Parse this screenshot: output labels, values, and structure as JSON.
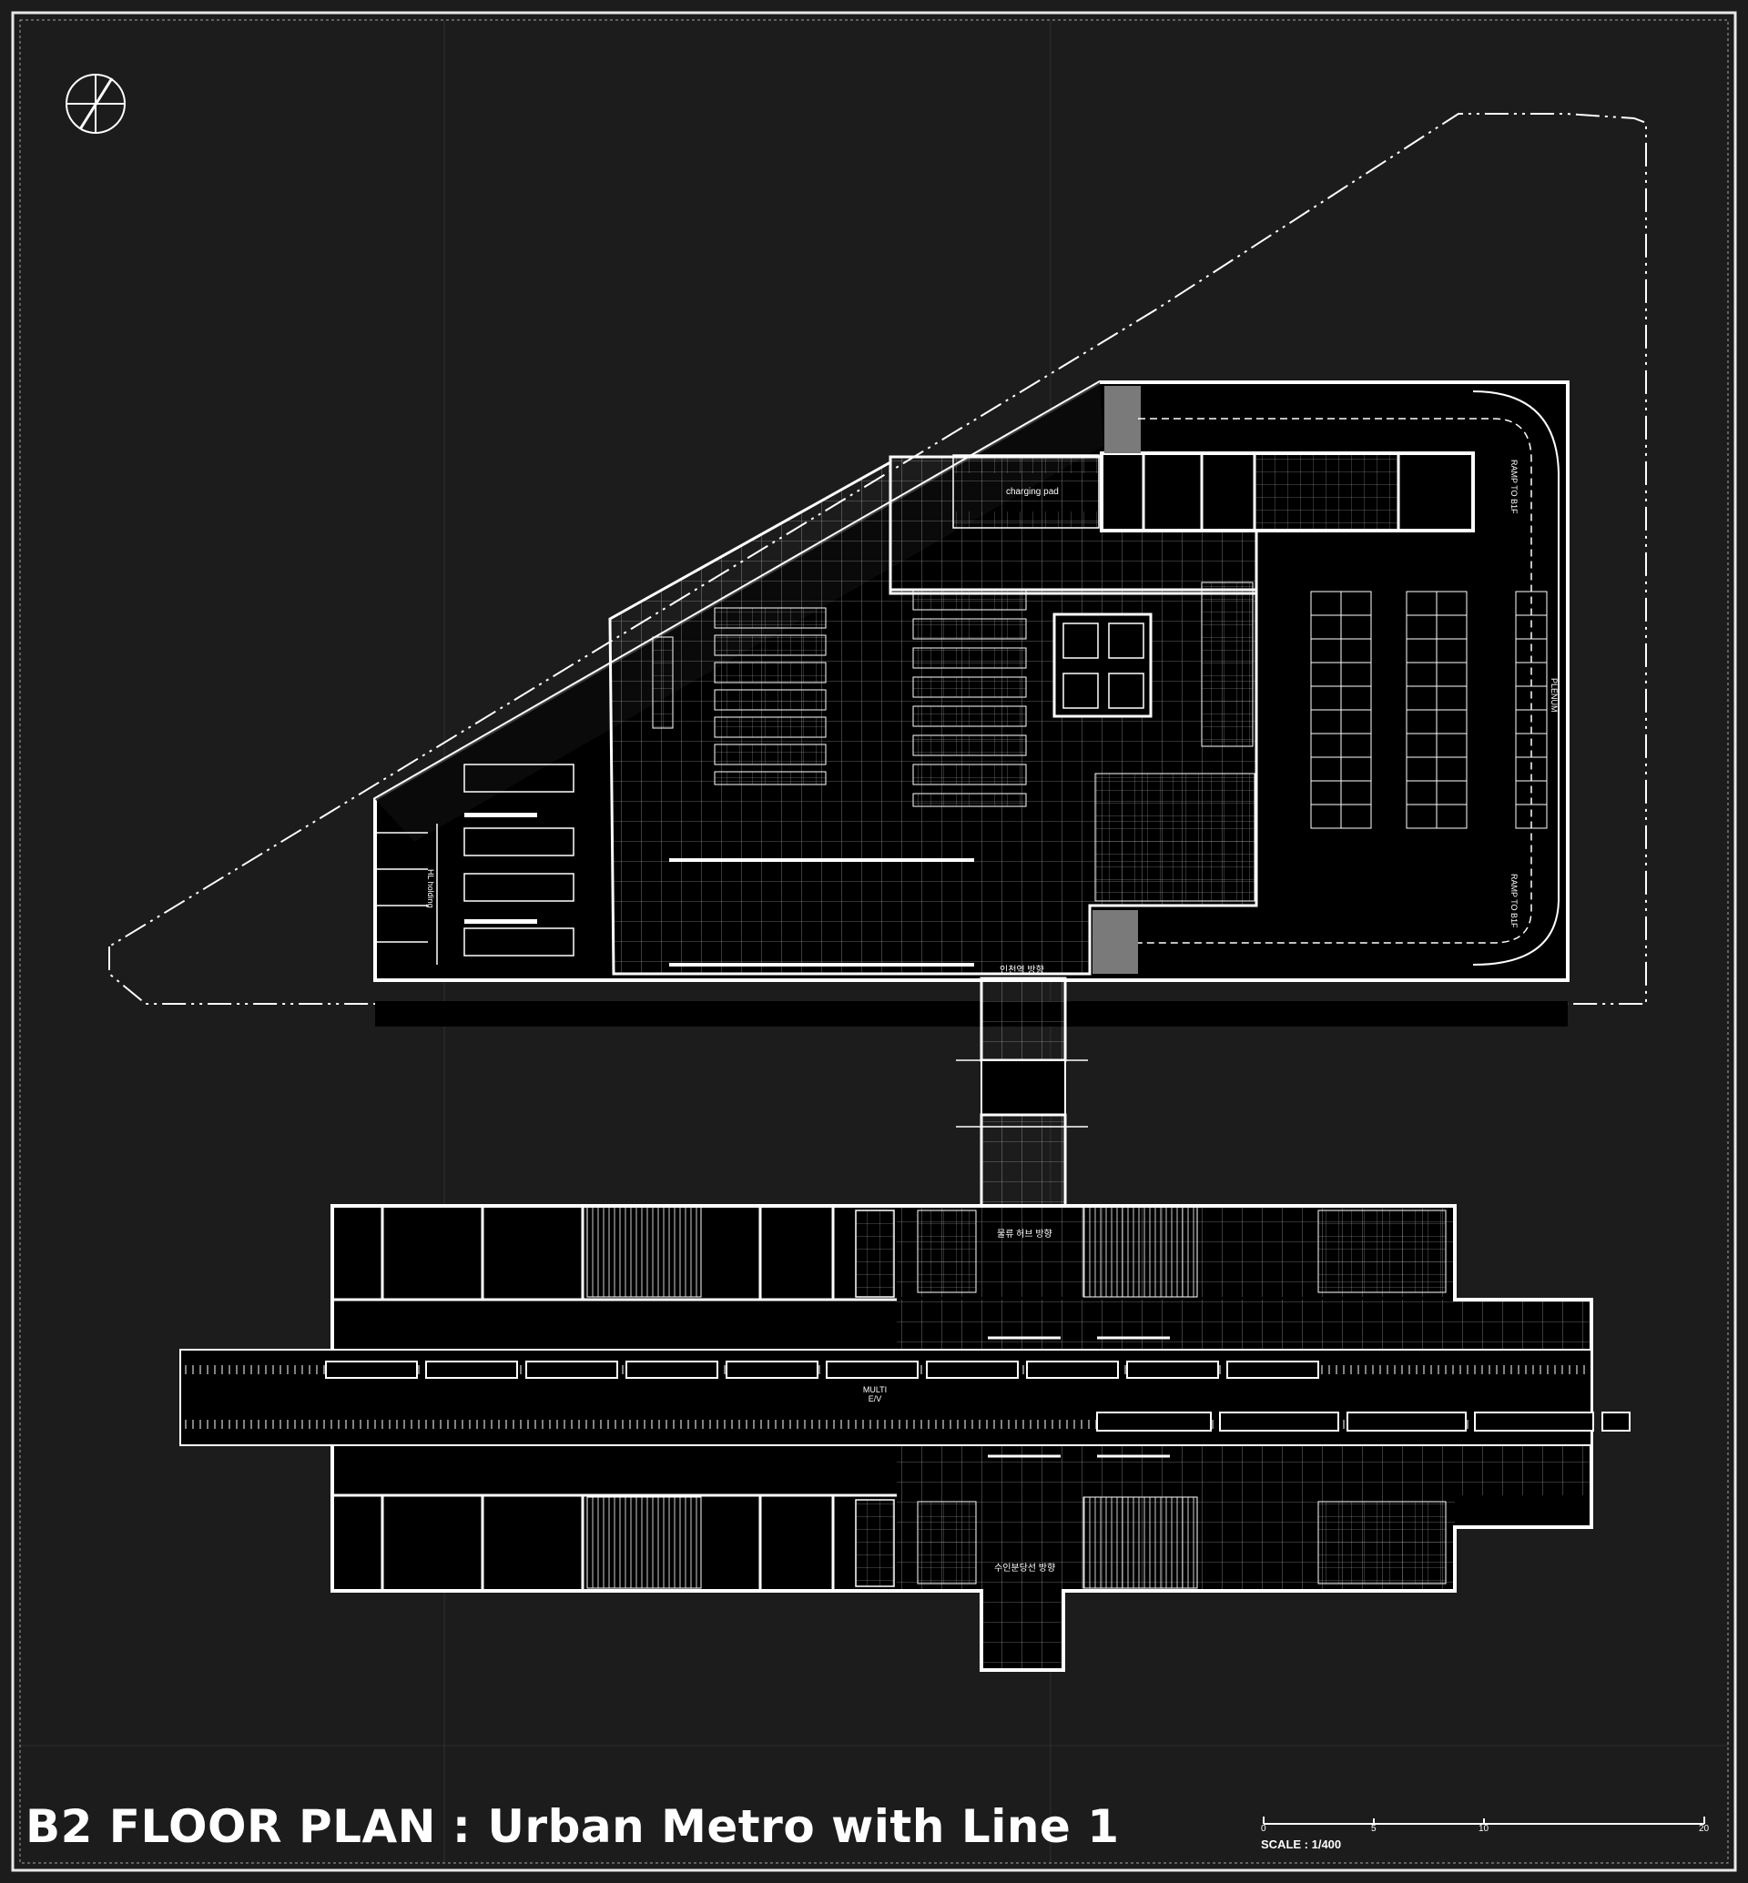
{
  "title": "B2 FLOOR PLAN : Urban Metro with Line 1",
  "scale_bar": {
    "label": "SCALE : 1/400",
    "ticks": [
      "0",
      "5",
      "10",
      "20"
    ]
  },
  "labels": {
    "charging_pad": "charging pad",
    "hl_holding": "HL holding",
    "ramp_top": "RAMP TO B1F",
    "ramp_bottom": "RAMP TO B1F",
    "plenum": "PLENUM",
    "incheon_direction": "인천역 방향",
    "logistics_direction": "물류 허브 방향",
    "suin_direction": "수인분당선 방향",
    "multi_ev": "MULTI E/V"
  },
  "colors": {
    "background": "#1c1c1c",
    "lines": "#ffffff",
    "floor_fill": "#000000",
    "ramp_gray": "#7a7a7a"
  }
}
